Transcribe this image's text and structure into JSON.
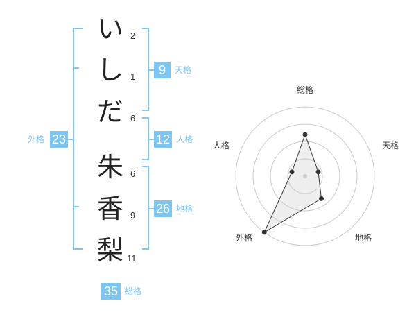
{
  "colors": {
    "accent": "#7cc6f3",
    "badge_bg": "#7cc6f3",
    "text": "#333333"
  },
  "surname": [
    {
      "char": "い",
      "strokes": "2"
    },
    {
      "char": "し",
      "strokes": "1"
    },
    {
      "char": "だ",
      "strokes": "6"
    }
  ],
  "given_name": [
    {
      "char": "朱",
      "strokes": "6"
    },
    {
      "char": "香",
      "strokes": "9"
    },
    {
      "char": "梨",
      "strokes": "11"
    }
  ],
  "fortunes": {
    "tenkaku": {
      "value": "9",
      "label": "天格"
    },
    "jinkaku": {
      "value": "12",
      "label": "人格"
    },
    "chikaku": {
      "value": "26",
      "label": "地格"
    },
    "gaikaku": {
      "value": "23",
      "label": "外格"
    },
    "soukaku": {
      "value": "35",
      "label": "総格"
    }
  },
  "chart_data": {
    "type": "radar",
    "axes": [
      "総格",
      "天格",
      "地格",
      "外格",
      "人格"
    ],
    "values": [
      3,
      1,
      2,
      5,
      1
    ],
    "rmax": 5,
    "rings": 4
  }
}
